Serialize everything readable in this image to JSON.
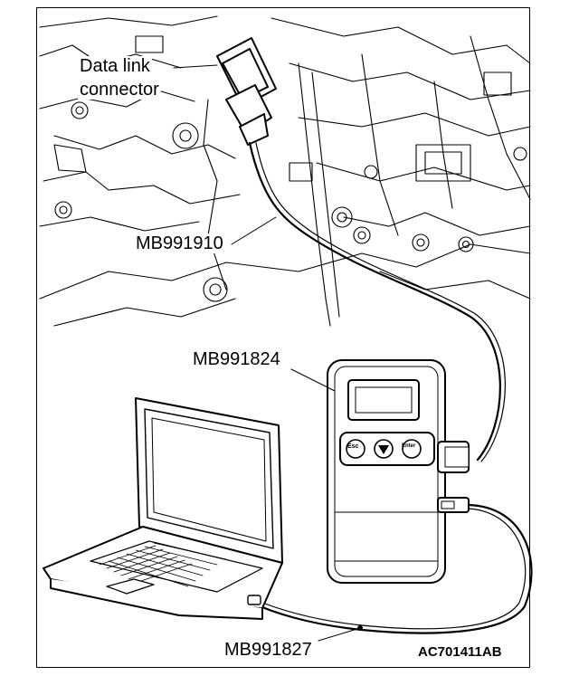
{
  "labels": {
    "data_link_connector_line1": "Data link",
    "data_link_connector_line2": "connector",
    "mb991910": "MB991910",
    "mb991824": "MB991824",
    "mb991827": "MB991827"
  },
  "figure_code": "AC701411AB",
  "device_buttons": {
    "left": "Esc",
    "center": "down-arrow-icon",
    "right": "Enter"
  }
}
